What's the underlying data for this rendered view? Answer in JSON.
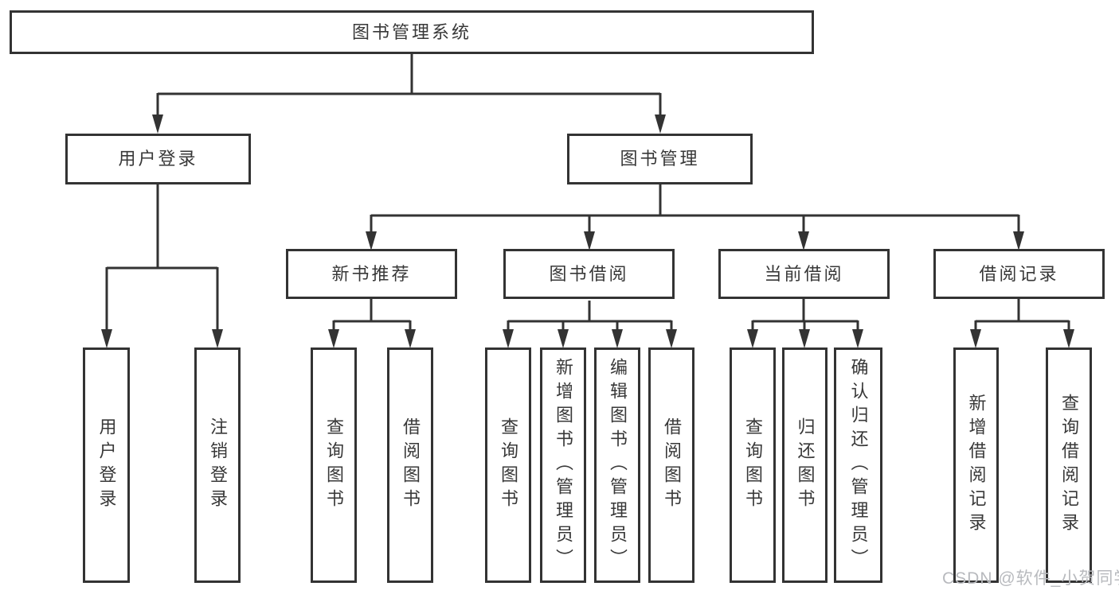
{
  "diagram": {
    "root": {
      "label": "图书管理系统"
    },
    "level2": [
      {
        "label": "用户登录"
      },
      {
        "label": "图书管理"
      }
    ],
    "level3": [
      {
        "label": "新书推荐"
      },
      {
        "label": "图书借阅"
      },
      {
        "label": "当前借阅"
      },
      {
        "label": "借阅记录"
      }
    ],
    "leaves": [
      {
        "label": "用户登录"
      },
      {
        "label": "注销登录"
      },
      {
        "label": "查询图书"
      },
      {
        "label": "借阅图书"
      },
      {
        "label": "查询图书"
      },
      {
        "label": "新增图书（管理员）"
      },
      {
        "label": "编辑图书（管理员）"
      },
      {
        "label": "借阅图书"
      },
      {
        "label": "查询图书"
      },
      {
        "label": "归还图书"
      },
      {
        "label": "确认归还（管理员）"
      },
      {
        "label": "新增借阅记录"
      },
      {
        "label": "查询借阅记录"
      }
    ]
  },
  "watermark": {
    "text": "CSDN @软件_小贺同学"
  },
  "colors": {
    "line": "#333333",
    "box_border": "#333333",
    "box_background": "#ffffff",
    "text": "#383838",
    "watermark": "#b8babe"
  }
}
